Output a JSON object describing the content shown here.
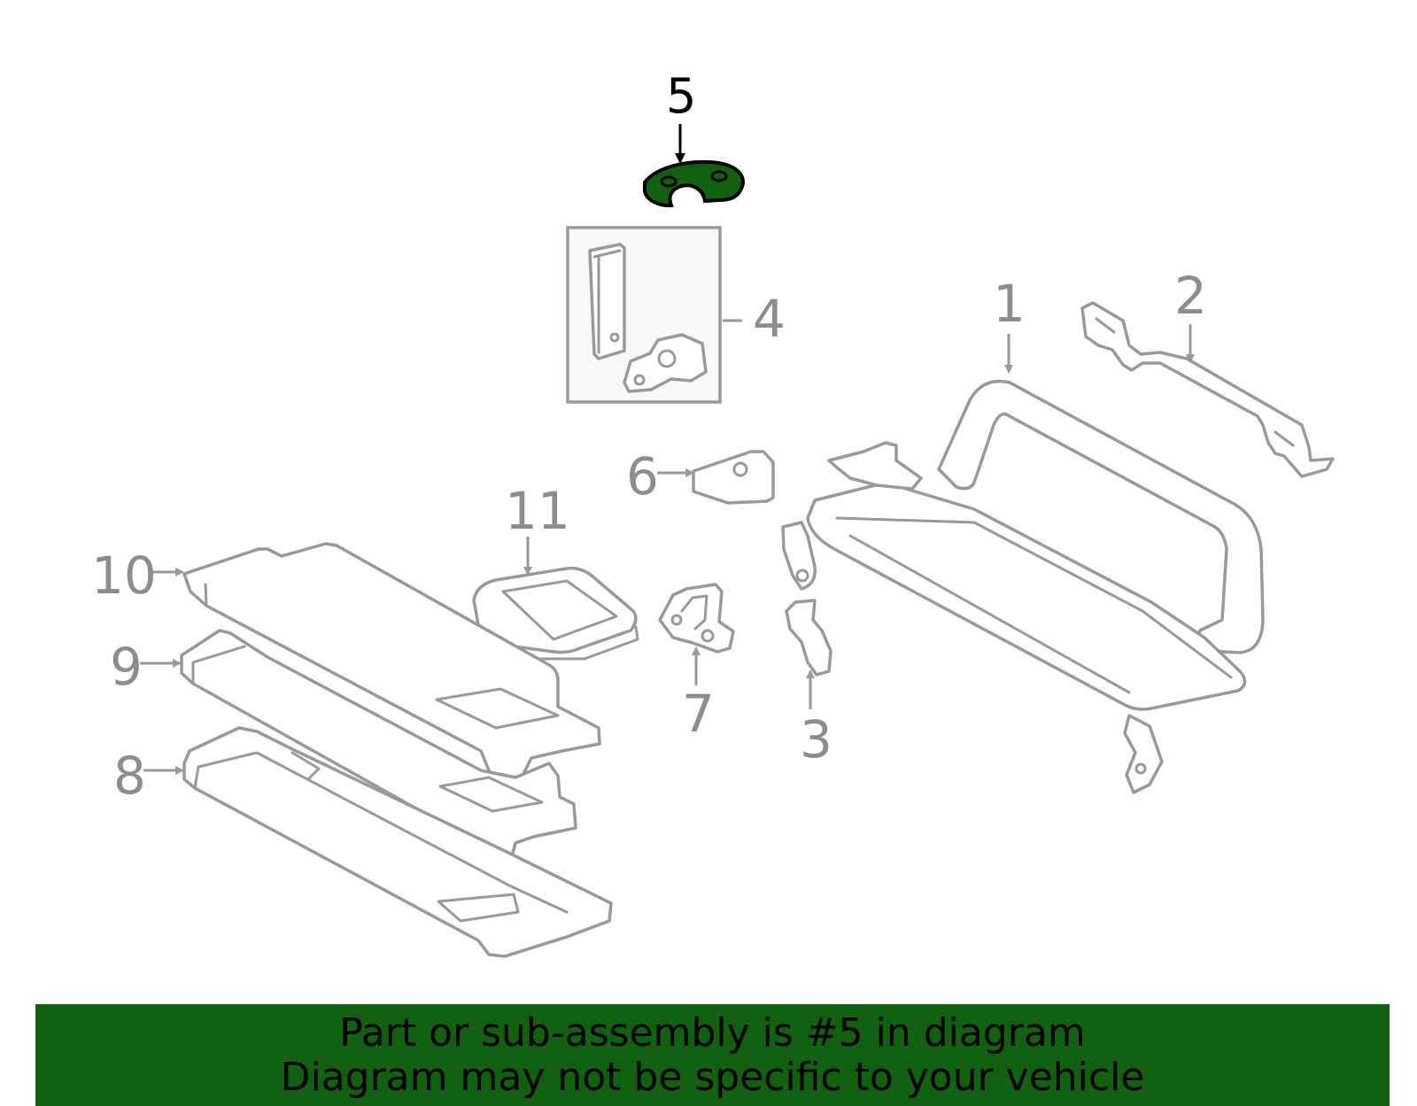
{
  "callouts": {
    "c1": "1",
    "c2": "2",
    "c3": "3",
    "c4": "4",
    "c5": "5",
    "c6": "6",
    "c7": "7",
    "c8": "8",
    "c9": "9",
    "c10": "10",
    "c11": "11"
  },
  "highlighted_part": "5",
  "colors": {
    "highlight": "#116111",
    "part_stroke": "#999999",
    "banner": "#116111"
  },
  "banner": {
    "line1": "Part or sub-assembly is #5 in diagram",
    "line2": "Diagram may not be specific to your vehicle"
  }
}
